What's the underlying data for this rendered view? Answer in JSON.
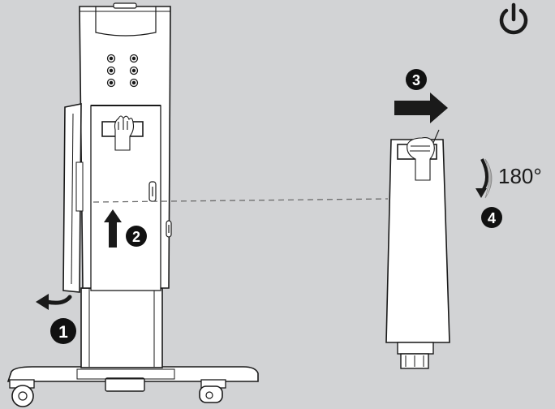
{
  "steps": [
    {
      "number": "1"
    },
    {
      "number": "2"
    },
    {
      "number": "3"
    },
    {
      "number": "4"
    }
  ],
  "rotation_label": "180°",
  "icons": {
    "corner": "power-icon",
    "control_panel": [
      "power-button-icon",
      "fan-speed-icon",
      "heat-mode-icon",
      "timer-icon",
      "oscillation-icon",
      "eco-mode-icon"
    ]
  },
  "colors": {
    "background": "#d2d3d5",
    "unit_body": "#ffffff",
    "outline": "#1a1a1a",
    "arrow": "#1a1a1a",
    "badge": "#111111"
  }
}
